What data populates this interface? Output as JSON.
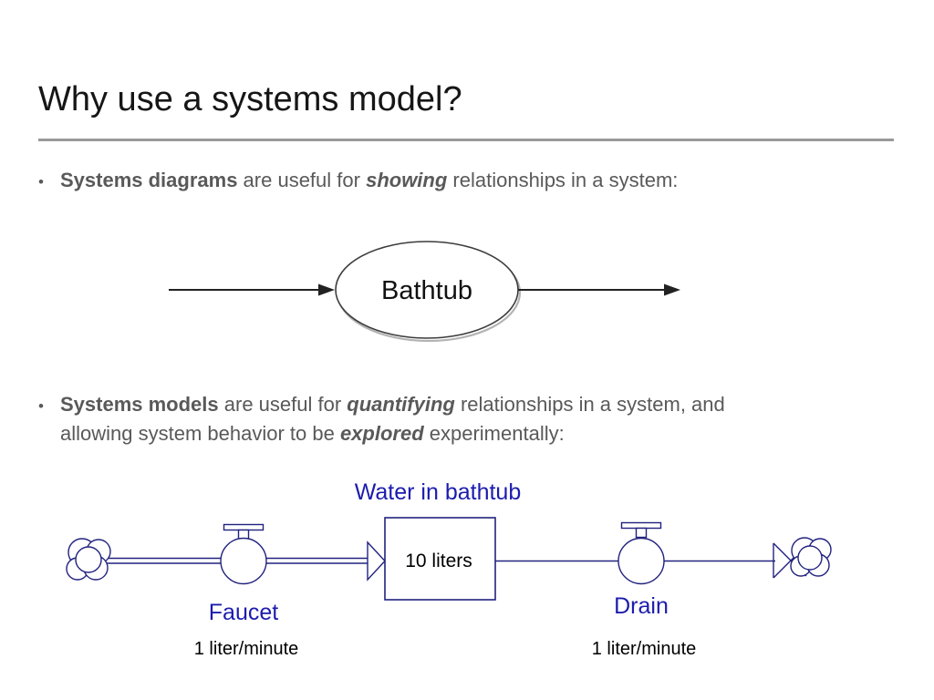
{
  "slide": {
    "title": "Why use a systems model?",
    "bullet1": {
      "marker": "•",
      "lead_bold": "Systems diagrams",
      "mid": " are useful for ",
      "emph": "showing",
      "tail": " relationships in a system:"
    },
    "bullet2": {
      "marker": "•",
      "line1": {
        "lead_bold": "Systems models",
        "mid": " are useful for ",
        "emph": "quantifying",
        "tail": " relationships in a system, and"
      },
      "line2": {
        "lead": "allowing system behavior to be ",
        "emph": "explored",
        "tail": " experimentally:"
      }
    },
    "systems_diagram": {
      "node_label": "Bathtub"
    },
    "systems_model": {
      "stock_title": "Water in bathtub",
      "stock_value": "10 liters",
      "inflow_label": "Faucet",
      "inflow_rate": "1 liter/minute",
      "outflow_label": "Drain",
      "outflow_rate": "1 liter/minute"
    }
  },
  "colors": {
    "title_black": "#161616",
    "body_gray": "#595959",
    "rule_gray": "#999999",
    "diagram_ink": "#222222",
    "model_navy": "#22227f",
    "model_label_blue": "#1c1cae",
    "value_black": "#000000"
  }
}
